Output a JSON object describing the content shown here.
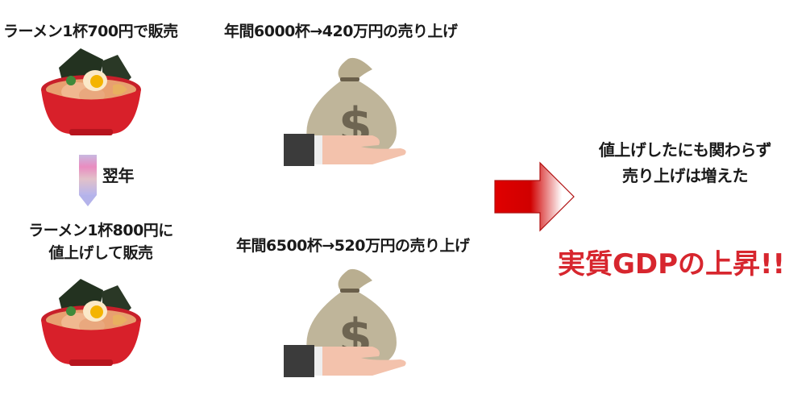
{
  "scenario_year1": {
    "title": "ラーメン1杯700円で販売",
    "sales": "年間6000杯→420万円の売り上げ",
    "ramen_icon": "ramen-bowl-icon",
    "money_icon": "money-bag-hand-icon"
  },
  "transition": {
    "label": "翌年",
    "icon": "down-arrow-icon"
  },
  "scenario_year2": {
    "title_line1": "ラーメン1杯800円に",
    "title_line2": "値上げして販売",
    "sales": "年間6500杯→520万円の売り上げ",
    "ramen_icon": "ramen-bowl-icon",
    "money_icon": "money-bag-hand-icon"
  },
  "conclusion": {
    "arrow_icon": "right-arrow-icon",
    "line1": "値上げしたにも関わらず",
    "line2": "売り上げは増えた",
    "headline": "実質GDPの上昇!!"
  },
  "colors": {
    "headline": "#d7262e",
    "arrow": "#e00000",
    "bowl": "#d8202a",
    "money_bag": "#bfb59a"
  }
}
